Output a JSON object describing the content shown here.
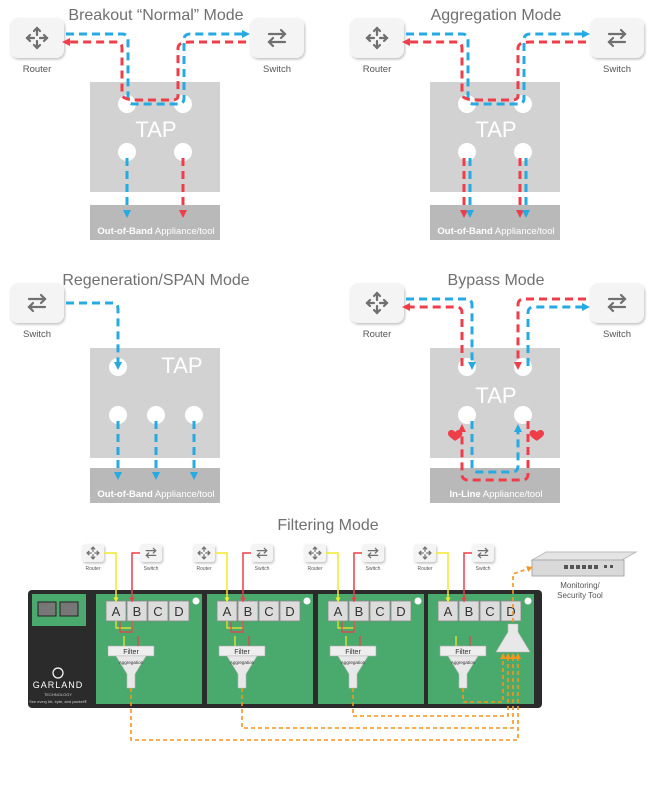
{
  "colors": {
    "blue": "#27a9e1",
    "red": "#ee3e4a",
    "tap_box": "#d2d2d2",
    "appliance": "#b9b9b9",
    "yellow": "#f2ea2b",
    "green": "#4aa96c",
    "orange": "#f7941d",
    "chassis": "#2b2b2b"
  },
  "icons": {
    "router": "router-icon",
    "switch": "switch-icon",
    "heart": "heart-icon",
    "funnel": "funnel-icon"
  },
  "panels": {
    "breakout": {
      "title": "Breakout “Normal” Mode",
      "router": "Router",
      "switch": "Switch",
      "tap": "TAP",
      "appliance_bold": "Out-of-Band",
      "appliance_rest": " Appliance/tool"
    },
    "aggregation": {
      "title": "Aggregation Mode",
      "router": "Router",
      "switch": "Switch",
      "tap": "TAP",
      "appliance_bold": "Out-of-Band",
      "appliance_rest": " Appliance/tool"
    },
    "regeneration": {
      "title": "Regeneration/SPAN Mode",
      "switch": "Switch",
      "tap": "TAP",
      "appliance_bold": "Out-of-Band",
      "appliance_rest": " Appliance/tool"
    },
    "bypass": {
      "title": "Bypass Mode",
      "router": "Router",
      "switch": "Switch",
      "tap": "TAP",
      "appliance_bold": "In-Line",
      "appliance_rest": " Appliance/tool"
    }
  },
  "filtering": {
    "title": "Filtering Mode",
    "router": "Router",
    "switch": "Switch",
    "ports": [
      "A",
      "B",
      "C",
      "D"
    ],
    "filter": "Filter",
    "aggregation": "Aggregation",
    "monitoring_line1": "Monitoring/",
    "monitoring_line2": "Security Tool",
    "brand": "GARLAND",
    "brand_sub": "TECHNOLOGY",
    "tagline": "See every bit, byte, and packet®"
  }
}
